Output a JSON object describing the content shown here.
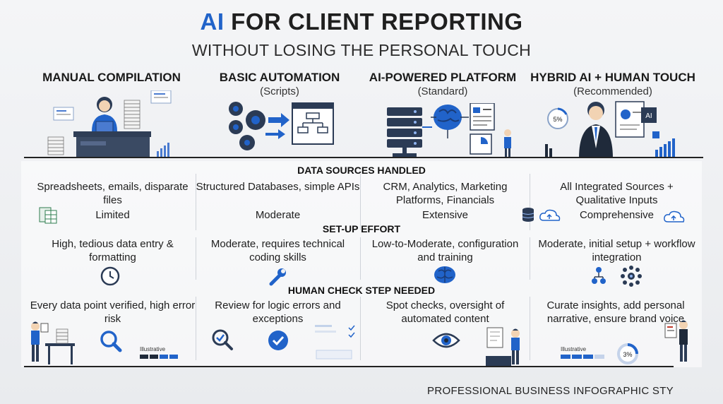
{
  "title": {
    "ai": "AI",
    "rest": " FOR CLIENT REPORTING"
  },
  "subtitle": "WITHOUT LOSING THE PERSONAL TOUCH",
  "columns": [
    {
      "heading": "MANUAL COMPILATION",
      "subheading": ""
    },
    {
      "heading": "BASIC AUTOMATION",
      "subheading": "(Scripts)"
    },
    {
      "heading": "AI-POWERED PLATFORM",
      "subheading": "(Standard)"
    },
    {
      "heading": "HYBRID AI + HUMAN TOUCH",
      "subheading": "(Recommended)"
    }
  ],
  "sections": {
    "data_sources": {
      "label": "DATA SOURCES HANDLED",
      "cells": [
        {
          "text": "Spreadsheets, emails, disparate files",
          "level": "Limited"
        },
        {
          "text": "Structured Databases, simple APIs",
          "level": "Moderate"
        },
        {
          "text": "CRM, Analytics, Marketing Platforms, Financials",
          "level": "Extensive"
        },
        {
          "text": "All Integrated Sources + Qualitative Inputs",
          "level": "Comprehensive"
        }
      ]
    },
    "setup_effort": {
      "label": "SET-UP EFFORT",
      "cells": [
        "High, tedious data entry & formatting",
        "Moderate, requires technical coding skills",
        "Low-to-Moderate, configuration and training",
        "Moderate, initial setup + workflow integration"
      ]
    },
    "human_check": {
      "label": "HUMAN CHECK STEP NEEDED",
      "cells": [
        "Every data point verified, high error risk",
        "Review for logic errors and exceptions",
        "Spot checks, oversight of automated content",
        "Curate insights, add personal narrative, ensure brand voice"
      ]
    }
  },
  "illustrative_label_1": "Illustrative",
  "illustrative_label_2": "Illustrative",
  "gauge_top": "5%",
  "gauge_bottom": "3%",
  "ai_chip": "AI",
  "footer": "PROFESSIONAL BUSINESS INFOGRAPHIC STY",
  "colors": {
    "accent": "#2163c9",
    "dark": "#1f2a3a",
    "line": "#222222"
  },
  "icons": {
    "col1_top": "person-at-desk-icon",
    "col2_top": "gears-flowchart-icon",
    "col3_top": "server-brain-icon",
    "col4_top": "businessman-ai-icon",
    "setup_1": "clock-icon",
    "setup_2": "wrench-icon",
    "setup_3": "brain-icon",
    "setup_4": "network-icon",
    "check_1": "magnifier-icon",
    "check_2": "check-badge-icon",
    "check_3": "eye-icon",
    "data_1": "spreadsheet-icon",
    "data_4": "database-cloud-icon"
  }
}
